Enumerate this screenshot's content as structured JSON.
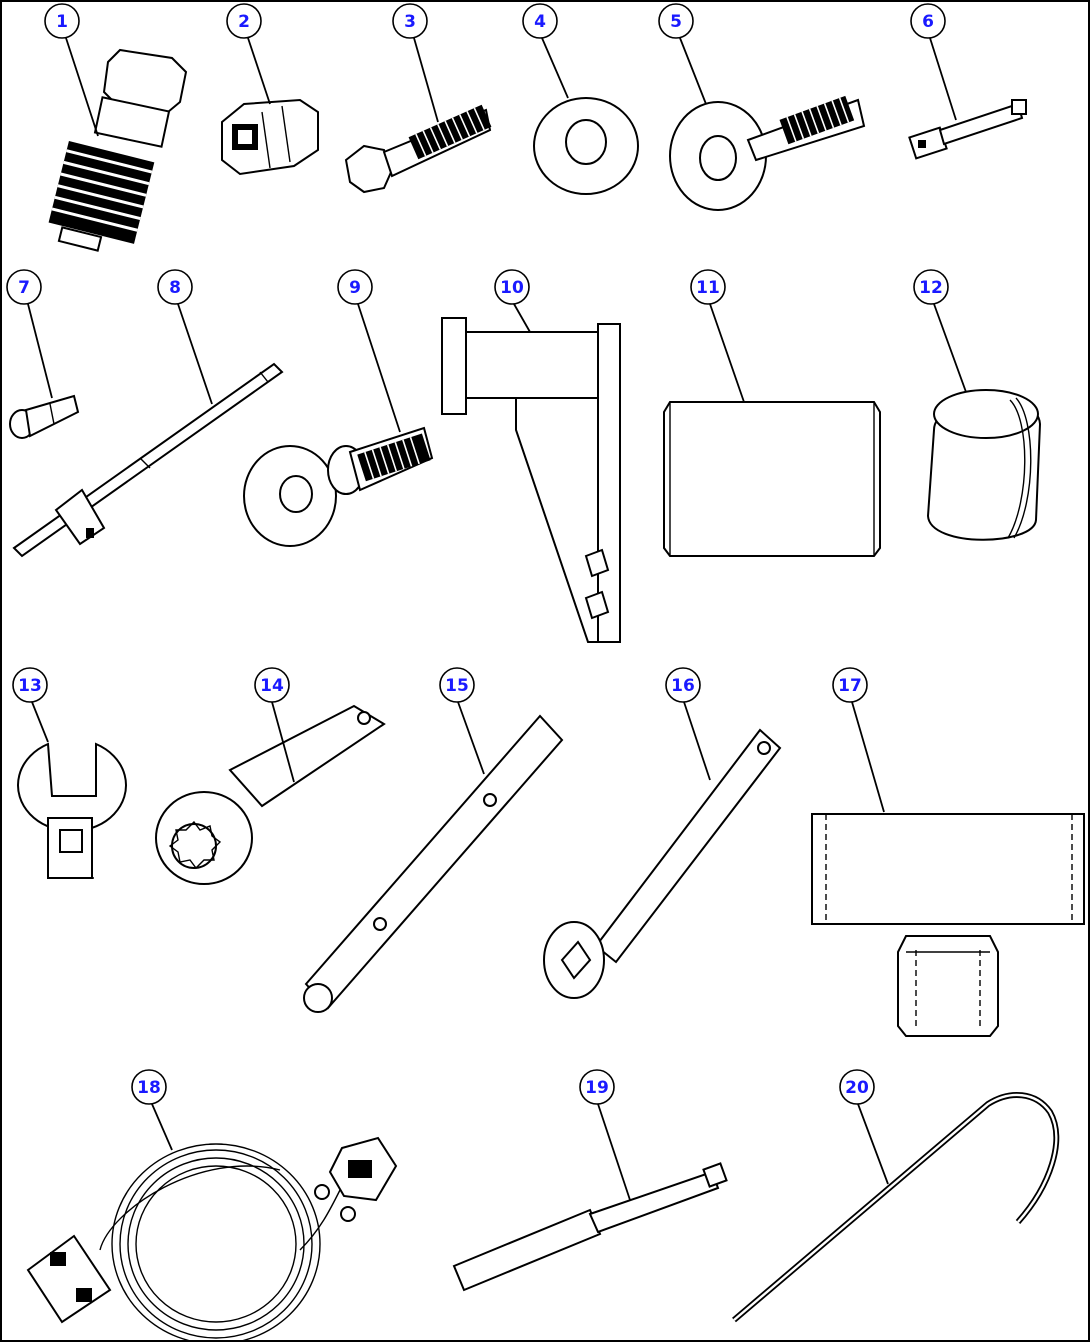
{
  "diagram": {
    "callouts": [
      {
        "label": "1"
      },
      {
        "label": "2"
      },
      {
        "label": "3"
      },
      {
        "label": "4"
      },
      {
        "label": "5"
      },
      {
        "label": "6"
      },
      {
        "label": "7"
      },
      {
        "label": "8"
      },
      {
        "label": "9"
      },
      {
        "label": "10"
      },
      {
        "label": "11"
      },
      {
        "label": "12"
      },
      {
        "label": "13"
      },
      {
        "label": "14"
      },
      {
        "label": "15"
      },
      {
        "label": "16"
      },
      {
        "label": "17"
      },
      {
        "label": "18"
      },
      {
        "label": "19"
      },
      {
        "label": "20"
      }
    ],
    "colors": {
      "callout_text": "#1a1aff",
      "line": "#000000",
      "background": "#ffffff"
    }
  }
}
